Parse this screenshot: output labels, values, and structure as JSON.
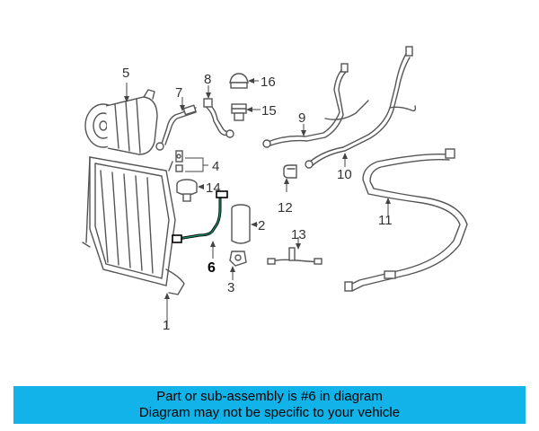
{
  "callouts": {
    "c1": "1",
    "c2": "2",
    "c3": "3",
    "c4": "4",
    "c5": "5",
    "c6": "6",
    "c7": "7",
    "c8": "8",
    "c9": "9",
    "c10": "10",
    "c11": "11",
    "c12": "12",
    "c13": "13",
    "c14": "14",
    "c15": "15",
    "c16": "16"
  },
  "banner": {
    "line1": "Part or sub-assembly is #6 in diagram",
    "line2": "Diagram may not be specific to your vehicle"
  },
  "colors": {
    "banner_bg": "#12b3e8",
    "highlight_part": "#1a9a6a"
  }
}
